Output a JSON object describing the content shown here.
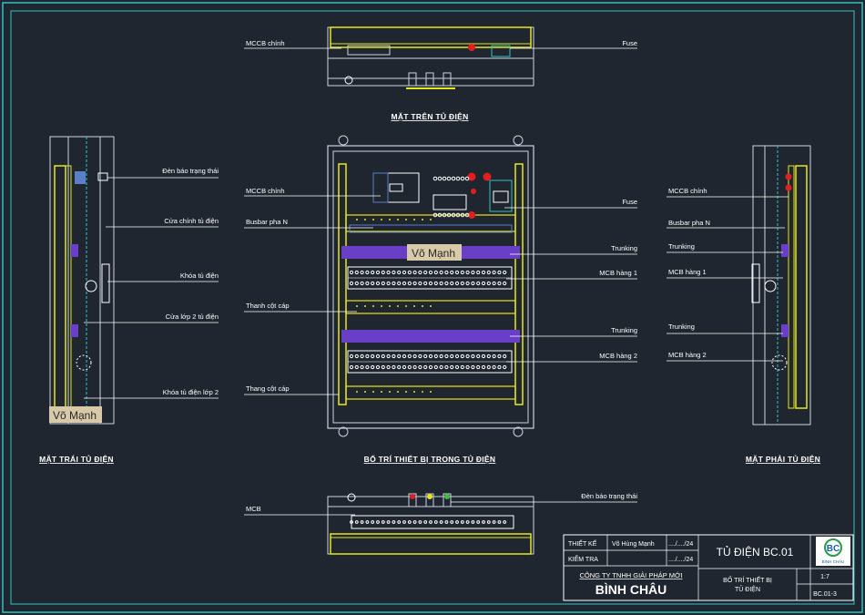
{
  "views": {
    "top": {
      "title": "MẶT TRÊN TỦ ĐIỆN",
      "left_label": "MCCB chính",
      "right_label": "Fuse"
    },
    "left": {
      "title": "MẶT TRÁI TỦ ĐIỆN",
      "labels": [
        "Đèn báo trạng thái",
        "Cửa chính tủ điện",
        "Khóa tủ điện",
        "Cửa lớp 2 tủ điện",
        "Khóa tủ điện lớp 2"
      ]
    },
    "front": {
      "title": "BỐ TRÍ THIẾT BỊ TRONG TỦ ĐIỆN",
      "left_labels": [
        "MCCB chính",
        "Busbar pha N",
        "Thanh cột cáp",
        "Thang cột cáp"
      ],
      "right_labels": [
        "Fuse",
        "Trunking",
        "MCB hàng 1",
        "Trunking",
        "MCB hàng 2"
      ],
      "name_tag": "Võ Mạnh"
    },
    "right": {
      "title": "MẶT PHẢI TỦ ĐIỆN",
      "labels": [
        "MCCB chính",
        "Busbar pha N",
        "Trunking",
        "MCB hàng 1",
        "Trunking",
        "MCB hàng 2"
      ]
    },
    "bottom": {
      "left_label": "MCB",
      "right_label": "Đèn báo trạng thái"
    },
    "left_name_tag": "Võ Mạnh"
  },
  "title_block": {
    "design_label": "THIẾT KẾ",
    "designer": "Võ Hùng Mạnh",
    "design_date": "..../..../24",
    "check_label": "KIỂM TRA",
    "check_date": "..../..../24",
    "company": "CÔNG TY TNHH GIẢI PHÁP MỚI",
    "company_name": "BÌNH CHÂU",
    "drawing_title": "TỦ ĐIỆN BC.01",
    "drawing_desc_1": "BỐ TRÍ THIẾT BỊ",
    "drawing_desc_2": "TỦ ĐIỆN",
    "scale": "1:7",
    "code": "BC.01-3",
    "logo_text": "BÌNH CHÂU"
  },
  "colors": {
    "background": "#1f2630",
    "frame": "#2ec4c4",
    "panel": "#b8c8d8",
    "rail": "#e6e61e",
    "trunking": "#6a3fc8",
    "line": "#ffffff"
  }
}
